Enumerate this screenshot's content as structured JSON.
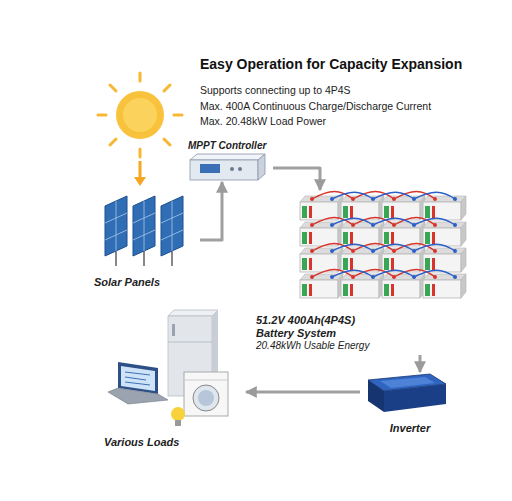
{
  "diagram": {
    "title": "Easy Operation for Capacity Expansion",
    "nodes": [
      {
        "text": [
          "MPPT Controller"
        ]
      },
      {
        "text": [
          "Solar Panels"
        ]
      },
      {
        "text": [
          "51.2V 400Ah(4P4S) Battery System",
          "20.48kWh Usable Energy"
        ]
      },
      {
        "text": [
          "Inverter"
        ]
      },
      {
        "text": [
          "Various Loads"
        ]
      }
    ],
    "edges": [
      {
        "from": 1,
        "to": 0,
        "arrow": "to"
      },
      {
        "from": 0,
        "to": 2,
        "arrow": "to"
      },
      {
        "from": 2,
        "to": 3,
        "arrow": "to"
      },
      {
        "from": 3,
        "to": 4,
        "arrow": "to"
      }
    ],
    "labels": [
      "Supports connecting up to 4P4S",
      "Max. 400A Continuous Charge/Discharge Current",
      "Max. 20.48kW Load Power"
    ]
  }
}
